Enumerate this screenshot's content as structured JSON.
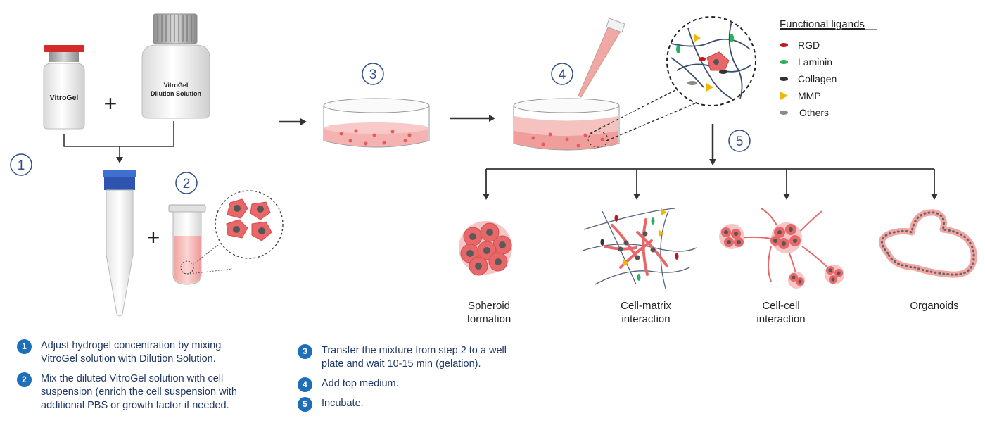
{
  "vials": {
    "vitrogel_label": "VitroGel",
    "dilution_label_line1": "VitroGel",
    "dilution_label_line2": "Dilution Solution"
  },
  "symbols": {
    "plus": "+"
  },
  "badges": [
    "1",
    "2",
    "3",
    "4",
    "5"
  ],
  "legend": {
    "title": "Functional ligands",
    "items": [
      {
        "label": "RGD",
        "color": "#c0161c",
        "shape": "oval"
      },
      {
        "label": "Laminin",
        "color": "#27b35a",
        "shape": "oval"
      },
      {
        "label": "Collagen",
        "color": "#333333",
        "shape": "oval"
      },
      {
        "label": "MMP",
        "color": "#f2b705",
        "shape": "triangle"
      },
      {
        "label": "Others",
        "color": "#8a8a8a",
        "shape": "oval"
      }
    ]
  },
  "outcomes": {
    "spheroid": [
      "Spheroid",
      "formation"
    ],
    "cell_matrix": [
      "Cell-matrix",
      "interaction"
    ],
    "cell_cell": [
      "Cell-cell",
      "interaction"
    ],
    "organoids": [
      "Organoids"
    ]
  },
  "instructions": {
    "left": [
      {
        "num": "1",
        "lines": [
          "Adjust hydrogel concentration by mixing",
          "VitroGel solution with Dilution Solution."
        ]
      },
      {
        "num": "2",
        "lines": [
          "Mix the diluted VitroGel solution with cell",
          "suspension (enrich the cell suspension with",
          "additional PBS or growth factor if needed."
        ]
      }
    ],
    "right": [
      {
        "num": "3",
        "lines": [
          "Transfer the mixture from step 2 to a well",
          "plate and wait 10-15 min (gelation)."
        ]
      },
      {
        "num": "4",
        "lines": [
          "Add top medium."
        ]
      },
      {
        "num": "5",
        "lines": [
          "Incubate."
        ]
      }
    ]
  },
  "colors": {
    "badge_outline": "#2e4f8a",
    "badge_fill": "#1e6fba",
    "text_blue": "#1f3864",
    "cell_red": "#e8686a",
    "medium_pink": "#f3b3b0",
    "nucleus": "#555555"
  }
}
